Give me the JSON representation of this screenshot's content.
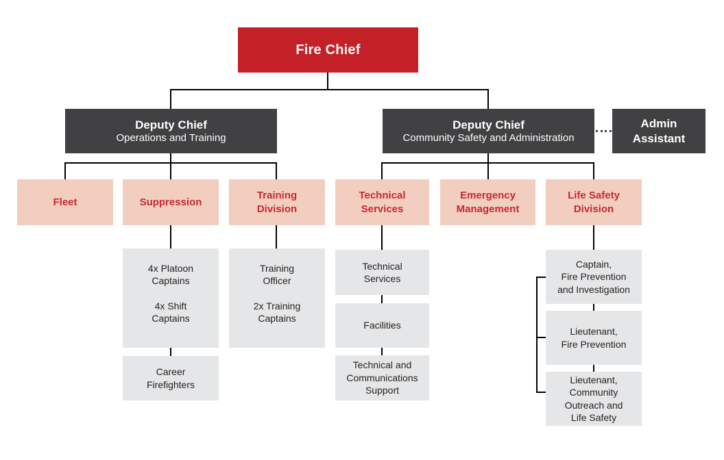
{
  "org": {
    "fire_chief": {
      "label": "Fire Chief"
    },
    "operations_branch": {
      "deputy": {
        "title": "Deputy Chief",
        "subtitle": "Operations and Training"
      },
      "fleet": {
        "label": "Fleet"
      },
      "suppression": {
        "label": "Suppression",
        "staff": [
          "4x Platoon\nCaptains",
          "4x Shift\nCaptains"
        ],
        "firefighters": "Career\nFirefighters"
      },
      "training": {
        "label": "Training\nDivision",
        "staff": [
          "Training\nOfficer",
          "2x Training\nCaptains"
        ]
      }
    },
    "community_branch": {
      "deputy": {
        "title": "Deputy Chief",
        "subtitle": "Community Safety and Administration"
      },
      "admin_assistant": {
        "label": "Admin\nAssistant"
      },
      "technical_services": {
        "label": "Technical\nServices",
        "units": [
          "Technical\nServices",
          "Facilities",
          "Technical and\nCommunications\nSupport"
        ]
      },
      "emergency_management": {
        "label": "Emergency\nManagement"
      },
      "life_safety": {
        "label": "Life Safety\nDivision",
        "positions": [
          "Captain,\nFire Prevention\nand Investigation",
          "Lieutenant,\nFire Prevention",
          "Lieutenant,\nCommunity\nOutreach and\nLife Safety"
        ]
      }
    }
  },
  "colors": {
    "chief_red": "#C32127",
    "deputy_dark": "#414042",
    "division_pink": "#F1CEBF",
    "division_text_red": "#C8292F",
    "unit_gray": "#E5E6E7",
    "unit_text": "#231F20",
    "connector": "#000000"
  }
}
